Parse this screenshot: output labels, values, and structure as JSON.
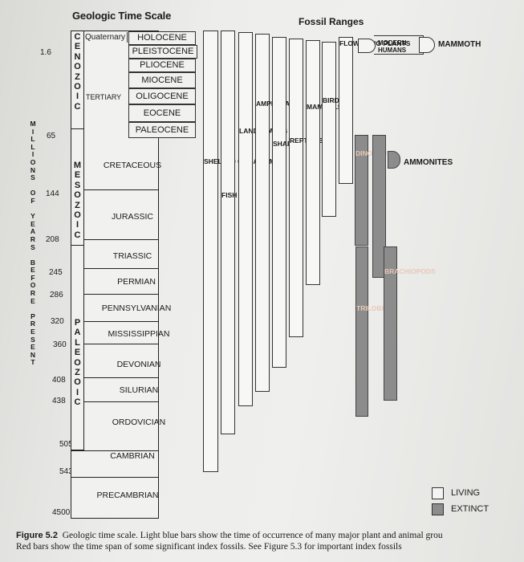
{
  "title": "Geologic Time Scale",
  "fossil_ranges_title": "Fossil Ranges",
  "side_label": {
    "letters": [
      "M",
      "I",
      "L",
      "L",
      "I",
      "O",
      "N",
      "S",
      " ",
      "O",
      "F",
      " ",
      "Y",
      "E",
      "A",
      "R",
      "S",
      " ",
      "B",
      "E",
      "F",
      "O",
      "R",
      "E",
      " ",
      "P",
      "R",
      "E",
      "S",
      "E",
      "N",
      "T"
    ]
  },
  "ages": [
    "1.6",
    "65",
    "144",
    "208",
    "245",
    "286",
    "320",
    "360",
    "408",
    "438",
    "505",
    "543",
    "4500"
  ],
  "eras": {
    "cenozoic": [
      "C",
      "E",
      "N",
      "O",
      "Z",
      "O",
      "I",
      "C"
    ],
    "mesozoic": [
      "M",
      "E",
      "S",
      "O",
      "Z",
      "O",
      "I",
      "C"
    ],
    "paleozoic": [
      "P",
      "A",
      "L",
      "E",
      "O",
      "Z",
      "O",
      "I",
      "C"
    ]
  },
  "cenozoic_sub": {
    "quaternary": "Quaternary",
    "tertiary": "TERTIARY"
  },
  "epochs": [
    "HOLOCENE",
    "PLEISTOCENE",
    "PLIOCENE",
    "MIOCENE",
    "OLIGOCENE",
    "EOCENE",
    "PALEOCENE"
  ],
  "periods": [
    "CRETACEOUS",
    "JURASSIC",
    "TRIASSIC",
    "PERMIAN",
    "PENNSYLVANIAN",
    "MISSISSIPPIAN",
    "DEVONIAN",
    "SILURIAN",
    "ORDOVICIAN",
    "CAMBRIAN",
    "PRECAMBRIAN"
  ],
  "fossils": {
    "shelled_organisms": "SHELLED ORGANISMS",
    "fish": "FISH",
    "land_plants": "LAND PLANTS",
    "amphibians": "AMPHIBIANS",
    "sharks": "SHARKS",
    "reptiles": "REPTILES",
    "mammals": "MAMMALS",
    "birds": "BIRDS",
    "flowering_plants": "FLOWERING PLANTS",
    "dinosaurs": "DINOSAURS",
    "trilobites": "TRILOBITES",
    "brachiopods": "BRACHIOPODS"
  },
  "callouts": {
    "modern_humans": "MODERN HUMANS",
    "mammoth": "MAMMOTH",
    "ammonites": "AMMONITES"
  },
  "legend": {
    "living": "LIVING",
    "extinct": "EXTINCT"
  },
  "caption": {
    "label": "Figure 5.2",
    "text": "Geologic time scale. Light blue bars show the time of occurrence of many major plant and animal grou",
    "text2": "Red bars show the time span of some significant index fossils. See Figure 5.3 for important index fossils"
  }
}
